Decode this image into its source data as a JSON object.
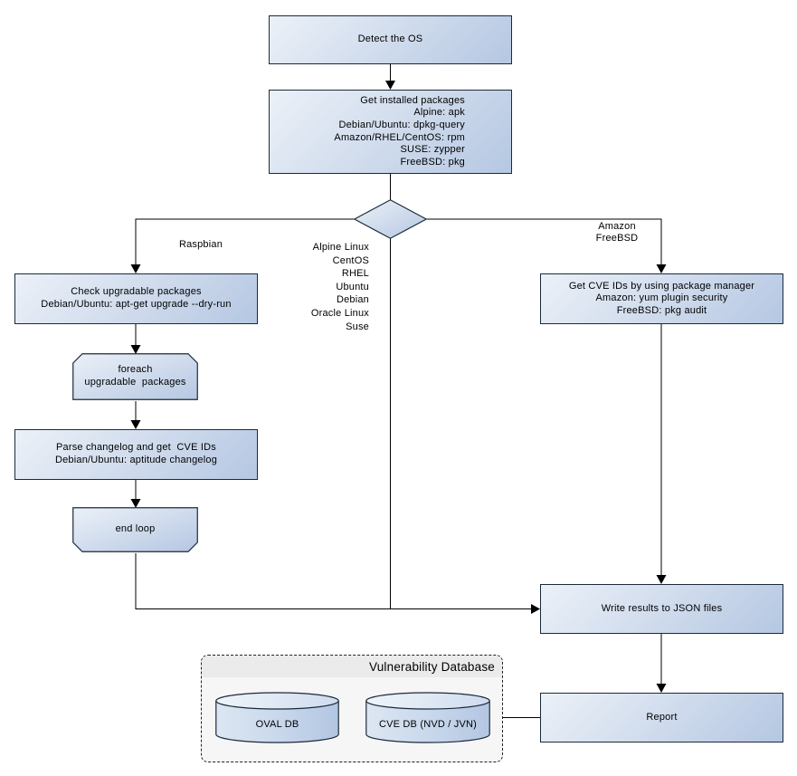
{
  "flowchart": {
    "start": {
      "label": "Detect the OS"
    },
    "get_installed_packages": {
      "label": "Get installed packages\nAlpine: apk\nDebian/Ubuntu: dpkg-query\nAmazon/RHEL/CentOS: rpm\nSUSE: zypper\nFreeBSD: pkg"
    },
    "decision": {
      "branch_left_label": "Raspbian",
      "branch_middle_label": "Alpine Linux\nCentOS\nRHEL\nUbuntu\nDebian\nOracle Linux\nSuse",
      "branch_right_label": "Amazon\nFreeBSD"
    },
    "check_upgradable": {
      "label": "Check upgradable packages\nDebian/Ubuntu: apt-get upgrade --dry-run"
    },
    "foreach_loop": {
      "label": "foreach\nupgradable  packages"
    },
    "parse_changelog": {
      "label": "Parse changelog and get  CVE IDs\nDebian/Ubuntu: aptitude changelog"
    },
    "end_loop": {
      "label": "end loop"
    },
    "get_cve_ids": {
      "label": "Get CVE IDs by using package manager\nAmazon: yum plugin security\nFreeBSD: pkg audit"
    },
    "write_results": {
      "label": "Write results to JSON files"
    },
    "report": {
      "label": "Report"
    },
    "vulnerability_database": {
      "title": "Vulnerability Database",
      "oval_db_label": "OVAL DB",
      "cve_db_label": "CVE DB (NVD / JVN)"
    },
    "colors": {
      "node_gradient_start": "#ecf1f8",
      "node_gradient_end": "#b5c7e2",
      "node_border": "#1b2b3a",
      "connector": "#000000",
      "db_container_fill": "#f6f6f6",
      "db_title_band_fill": "#ebebeb",
      "background": "#ffffff"
    }
  }
}
